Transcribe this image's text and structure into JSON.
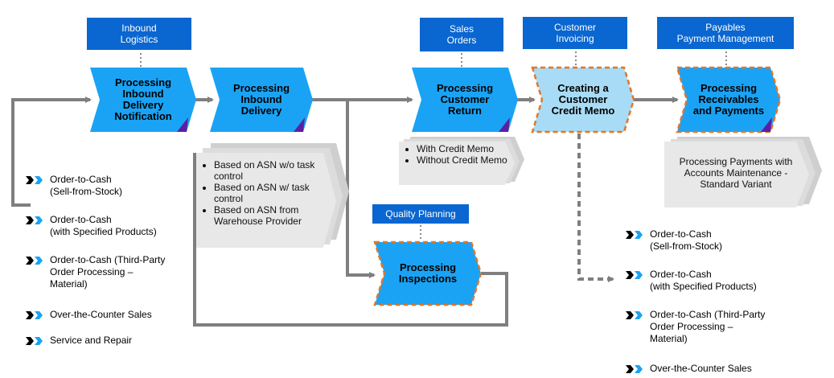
{
  "colors": {
    "blue": "#0a66d0",
    "process": "#1aa3f4",
    "highlight": "#a8dcf6",
    "dash": "#e0762a",
    "line": "#7f7f7f",
    "corner": "#5c1fa3"
  },
  "tags": {
    "inbound_logistics": "Inbound\nLogistics",
    "sales_orders": "Sales\nOrders",
    "customer_invoicing": "Customer\nInvoicing",
    "payables": "Payables\nPayment Management",
    "quality_planning": "Quality Planning"
  },
  "processes": {
    "inbound_notification": "Processing\nInbound\nDelivery\nNotification",
    "inbound_delivery": "Processing\nInbound\nDelivery",
    "customer_return": "Processing\nCustomer\nReturn",
    "credit_memo": "Creating a\nCustomer\nCredit Memo",
    "receivables": "Processing\nReceivables\nand Payments",
    "inspections": "Processing\nInspections"
  },
  "notes": {
    "inbound": [
      "Based on ASN w/o task control",
      "Based on ASN w/ task control",
      "Based on ASN from Warehouse Provider"
    ],
    "return": [
      "With Credit Memo",
      "Without Credit Memo"
    ],
    "payments": "Processing Payments with Accounts Maintenance - Standard Variant"
  },
  "left_scenarios": [
    "Order-to-Cash\n (Sell-from-Stock)",
    "Order-to-Cash\n(with Specified Products)",
    "Order-to-Cash (Third-Party\nOrder Processing –\nMaterial)",
    "Over-the-Counter Sales",
    "Service and Repair"
  ],
  "right_scenarios": [
    "Order-to-Cash\n (Sell-from-Stock)",
    "Order-to-Cash\n(with Specified Products)",
    "Order-to-Cash (Third-Party\nOrder Processing –\nMaterial)",
    "Over-the-Counter Sales"
  ]
}
